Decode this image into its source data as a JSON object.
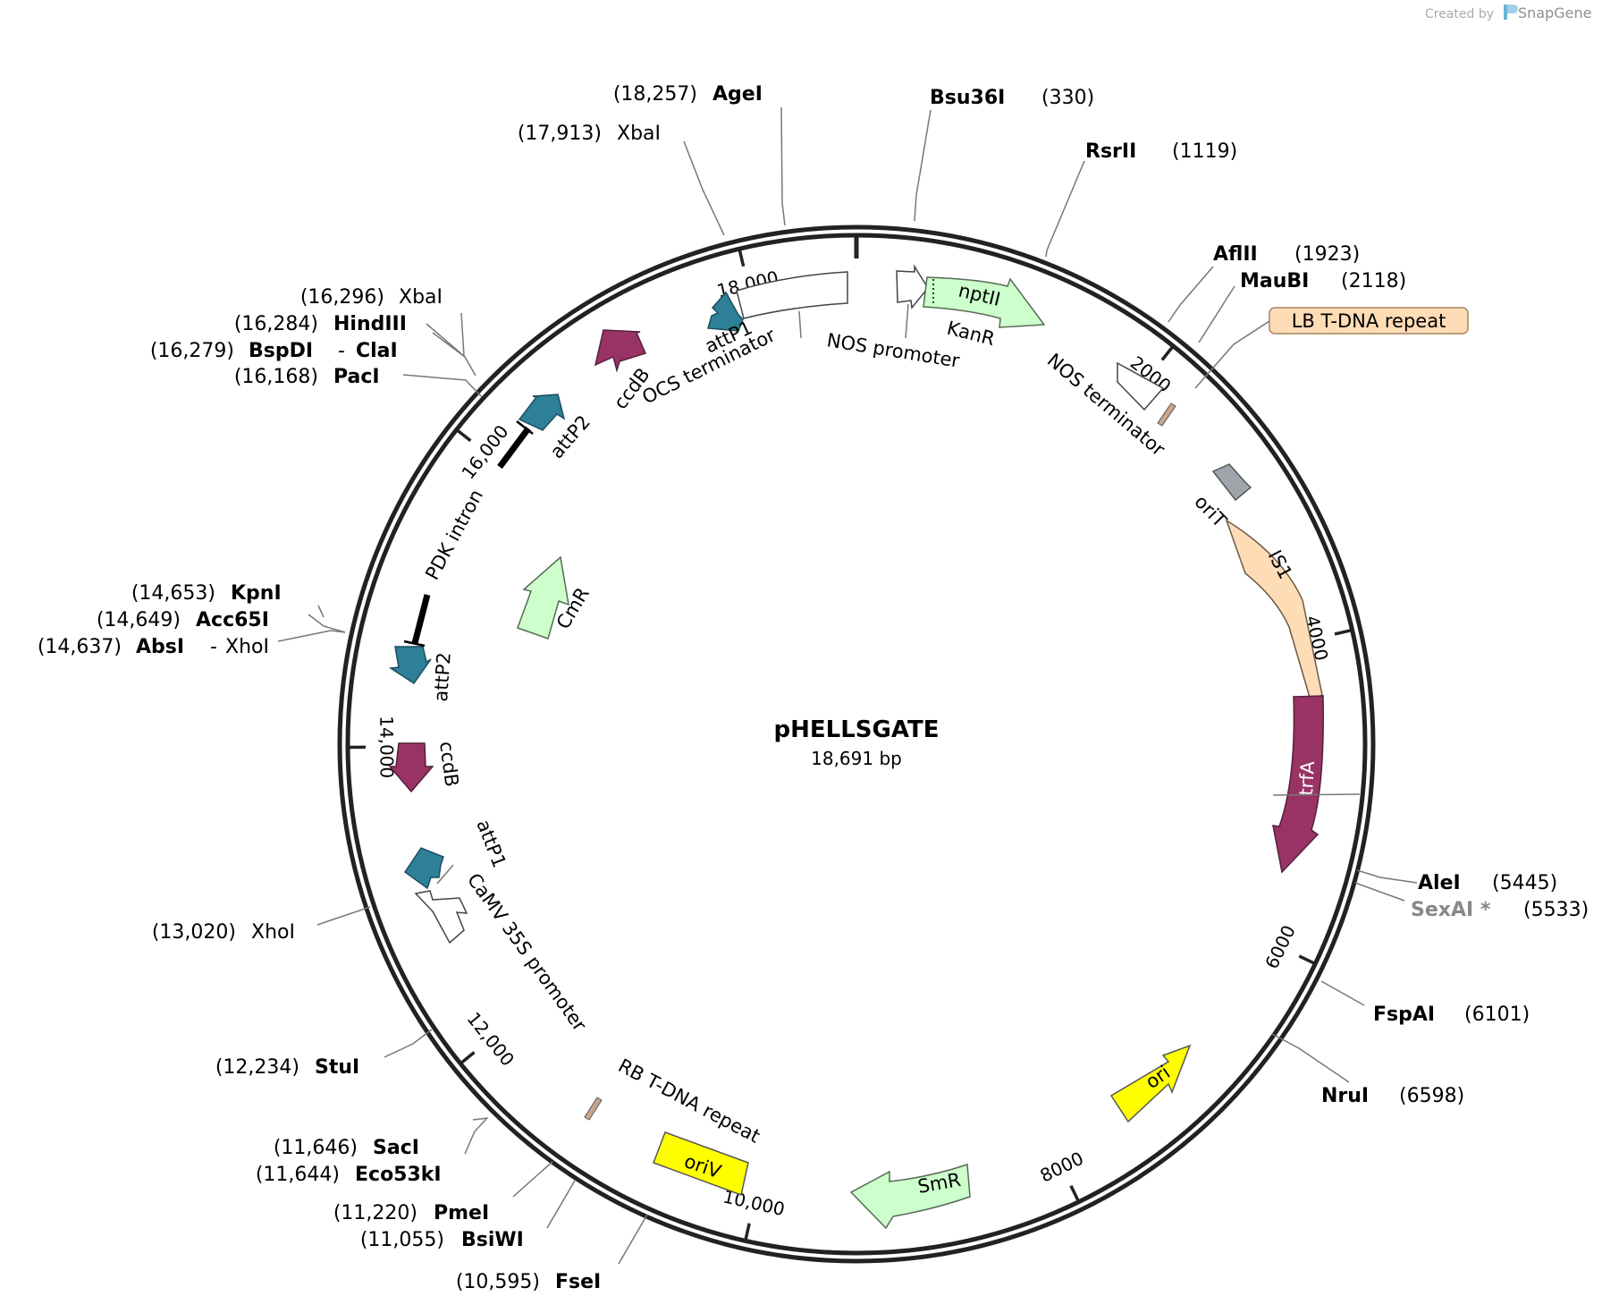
{
  "credit": {
    "created_by": "Created by",
    "brand": "SnapGene"
  },
  "plasmid": {
    "name": "pHELLSGATE",
    "size_label": "18,691 bp",
    "length": 18691
  },
  "colors": {
    "backbone": "#222222",
    "teal": "#2e7f98",
    "magenta": "#993366",
    "light_green": "#ccffcc",
    "yellow": "#ffff00",
    "peach": "#fddcb6",
    "gray_feature": "#a0a4ab",
    "tan": "#c8a68e",
    "site_gray": "#888888"
  },
  "ticks": [
    {
      "pos": 2000,
      "label": "2000"
    },
    {
      "pos": 4000,
      "label": "4000"
    },
    {
      "pos": 6000,
      "label": "6000"
    },
    {
      "pos": 8000,
      "label": "8000"
    },
    {
      "pos": 10000,
      "label": "10,000"
    },
    {
      "pos": 12000,
      "label": "12,000"
    },
    {
      "pos": 14000,
      "label": "14,000"
    },
    {
      "pos": 16000,
      "label": "16,000"
    },
    {
      "pos": 18000,
      "label": "18,000"
    }
  ],
  "sites": [
    {
      "name": "AgeI",
      "pos": "(18,257)",
      "bold": true
    },
    {
      "name": "XbaI",
      "pos": "(17,913)",
      "bold": false
    },
    {
      "name": "Bsu36I",
      "pos": "(330)",
      "bold": true
    },
    {
      "name": "RsrII",
      "pos": "(1119)",
      "bold": true
    },
    {
      "name": "AflII",
      "pos": "(1923)",
      "bold": true
    },
    {
      "name": "MauBI",
      "pos": "(2118)",
      "bold": true
    },
    {
      "name": "XbaI",
      "pos": "(16,296)",
      "bold": false
    },
    {
      "name": "HindIII",
      "pos": "(16,284)",
      "bold": true
    },
    {
      "name": "BspDI",
      "pos": "(16,279)",
      "bold": true,
      "extra": "ClaI"
    },
    {
      "name": "PacI",
      "pos": "(16,168)",
      "bold": true
    },
    {
      "name": "KpnI",
      "pos": "(14,653)",
      "bold": true
    },
    {
      "name": "Acc65I",
      "pos": "(14,649)",
      "bold": true
    },
    {
      "name": "AbsI",
      "pos": "(14,637)",
      "bold": true,
      "extra": "XhoI"
    },
    {
      "name": "XhoI",
      "pos": "(13,020)",
      "bold": false
    },
    {
      "name": "StuI",
      "pos": "(12,234)",
      "bold": true
    },
    {
      "name": "SacI",
      "pos": "(11,646)",
      "bold": true
    },
    {
      "name": "Eco53kI",
      "pos": "(11,644)",
      "bold": true
    },
    {
      "name": "PmeI",
      "pos": "(11,220)",
      "bold": true
    },
    {
      "name": "BsiWI",
      "pos": "(11,055)",
      "bold": true
    },
    {
      "name": "FseI",
      "pos": "(10,595)",
      "bold": true
    },
    {
      "name": "AleI",
      "pos": "(5445)",
      "bold": true
    },
    {
      "name": "SexAI *",
      "pos": "(5533)",
      "bold": true,
      "gray": true
    },
    {
      "name": "FspAI",
      "pos": "(6101)",
      "bold": true
    },
    {
      "name": "NruI",
      "pos": "(6598)",
      "bold": true
    }
  ],
  "feature_labels": {
    "nptII": "nptII",
    "KanR": "KanR",
    "nos_promoter": "NOS promoter",
    "ocs_terminator": "OCS terminator",
    "attP1_top": "attP1",
    "ccdB_top": "ccdB",
    "attP2_top": "attP2",
    "pdk_intron": "PDK intron",
    "cmR": "CmR",
    "attP2_left": "attP2",
    "ccdB_left": "ccdB",
    "attP1_left": "attP1",
    "camv": "CaMV 35S promoter",
    "rb": "RB T-DNA repeat",
    "oriV": "oriV",
    "smR": "SmR",
    "ori": "ori",
    "trfA": "trfA",
    "is1": "IS1",
    "oriT": "oriT",
    "nos_terminator": "NOS terminator",
    "lb": "LB T-DNA repeat"
  }
}
